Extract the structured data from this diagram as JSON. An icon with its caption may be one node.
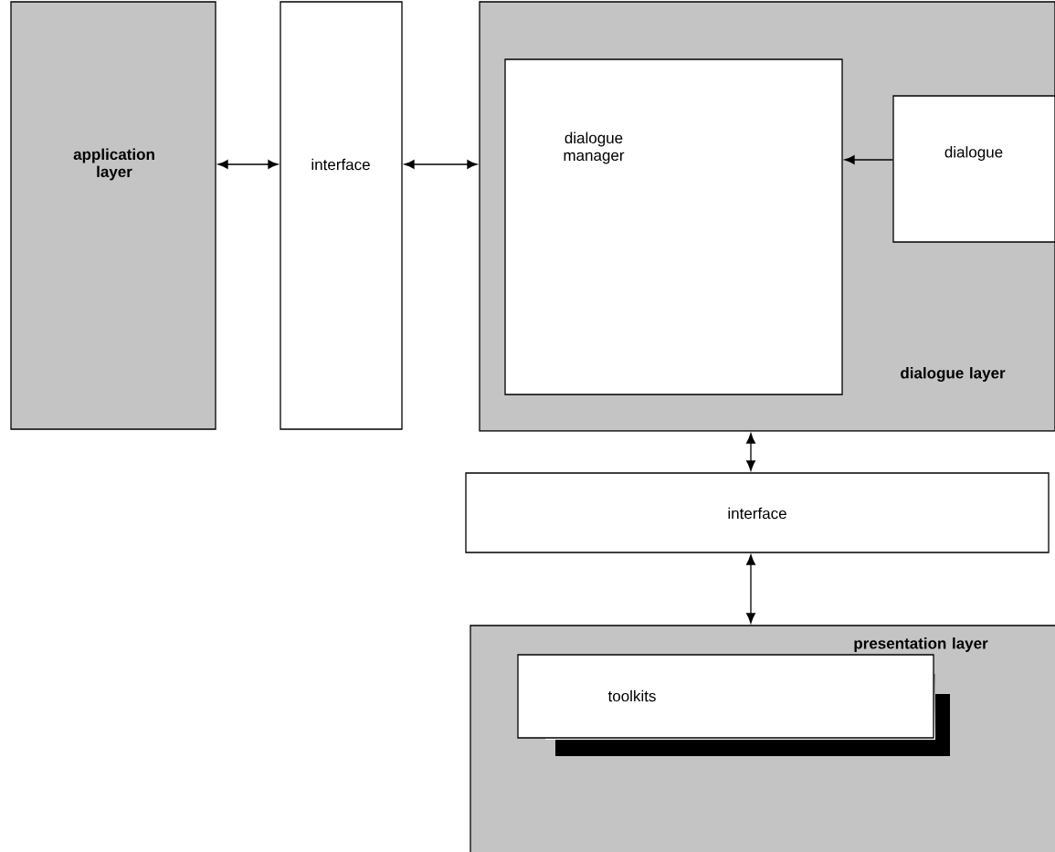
{
  "diagram": {
    "nodes": [
      {
        "text": [
          "application layer"
        ]
      },
      {
        "text": [
          "interface"
        ]
      },
      {
        "text": [
          "dialogue layer"
        ]
      },
      {
        "text": [
          "dialogue manager"
        ],
        "in": 2
      },
      {
        "text": [
          "dialogue"
        ],
        "in": 2
      },
      {
        "text": [
          "interface"
        ]
      },
      {
        "text": [
          "presentation layer"
        ]
      },
      {
        "text": [
          "toolkits"
        ],
        "in": 6
      }
    ],
    "edges": [
      {
        "from": 0,
        "to": 1,
        "arrow": "both"
      },
      {
        "from": 1,
        "to": 2,
        "arrow": "both"
      },
      {
        "from": 4,
        "to": 3,
        "arrow": "to"
      },
      {
        "from": 2,
        "to": 5,
        "arrow": "both"
      },
      {
        "from": 5,
        "to": 6,
        "arrow": "both"
      }
    ]
  }
}
